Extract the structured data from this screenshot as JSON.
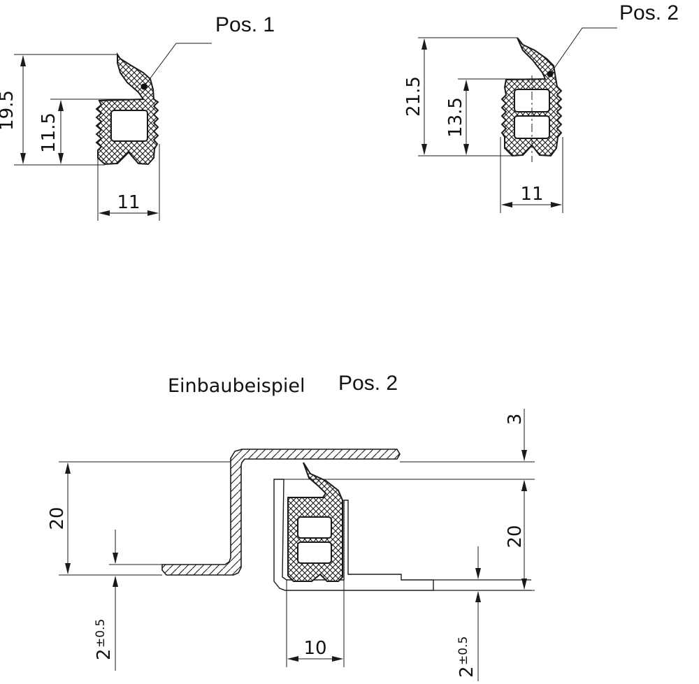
{
  "labels": {
    "pos1": "Pos. 1",
    "pos2": "Pos. 2",
    "section_title": "Einbaubeispiel",
    "section_pos": "Pos. 2"
  },
  "pos1": {
    "height_total": "19.5",
    "height_body": "11.5",
    "width": "11"
  },
  "pos2": {
    "height_total": "21.5",
    "height_body": "13.5",
    "width": "11"
  },
  "installation": {
    "left_height": "20",
    "right_height": "20",
    "gap_top": "3",
    "width": "10",
    "tol_left_base": "2",
    "tol_left_sup": "±0.5",
    "tol_right_base": "2",
    "tol_right_sup": "±0.5"
  }
}
